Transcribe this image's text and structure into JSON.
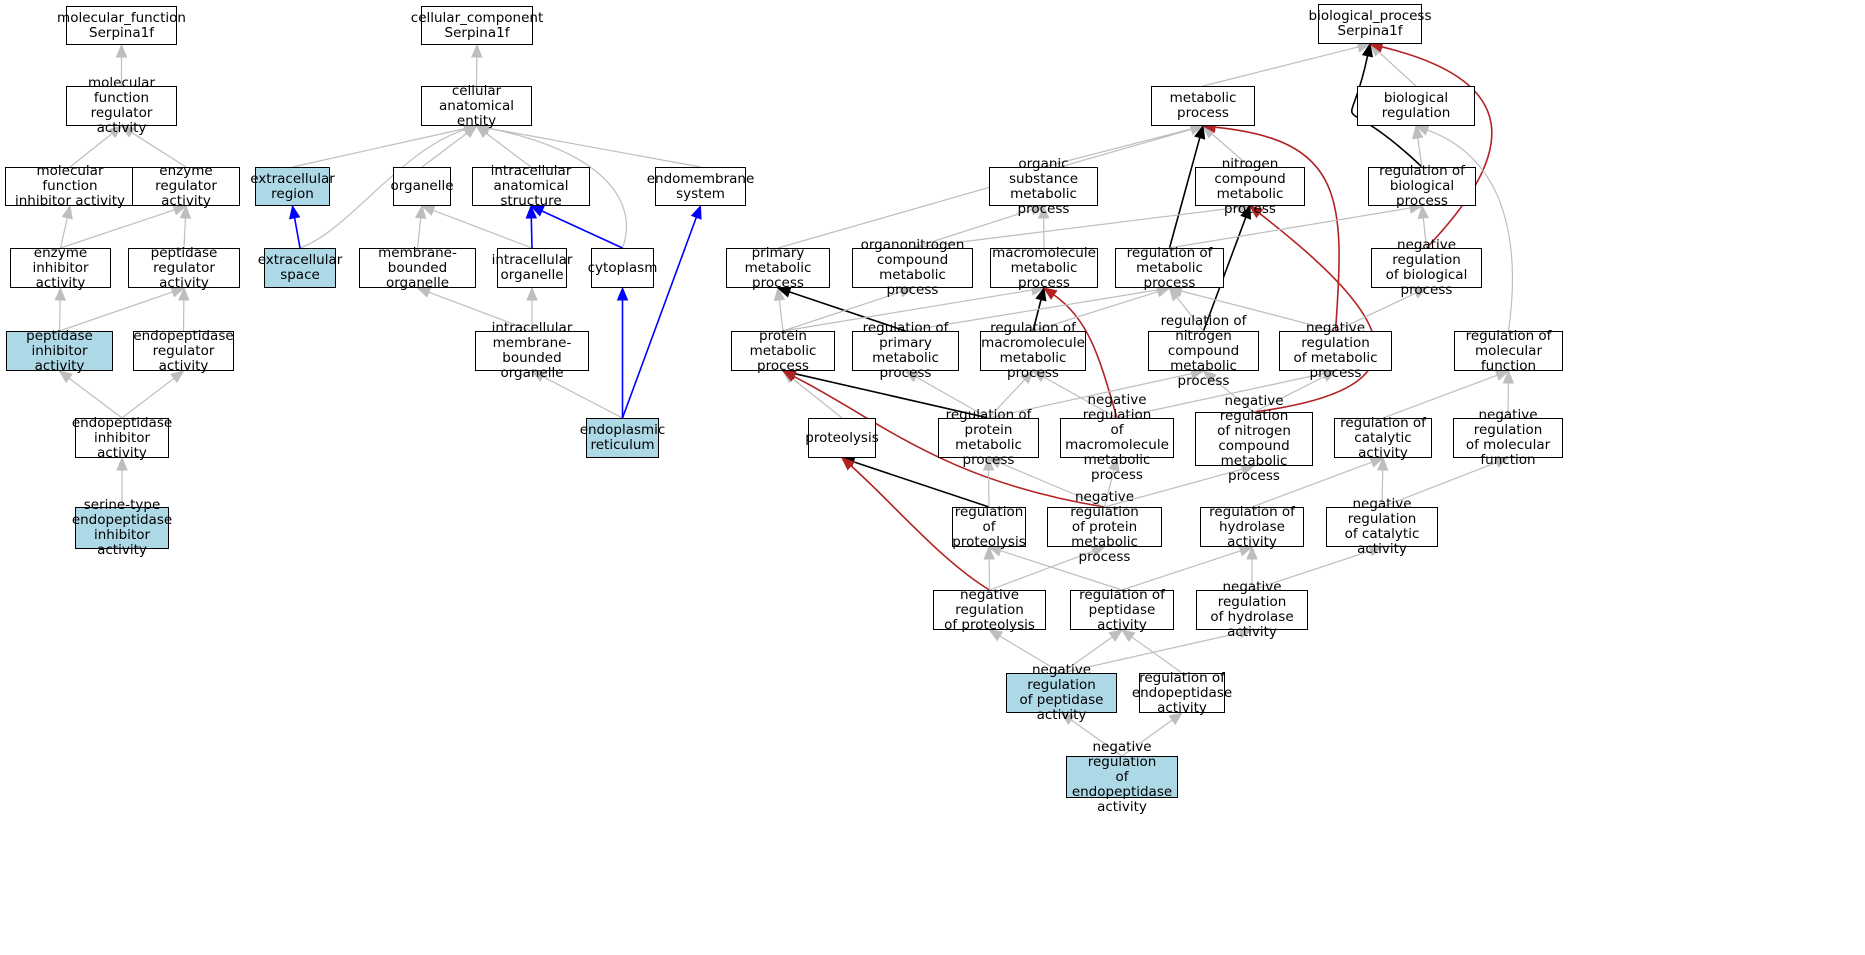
{
  "graph": {
    "colors": {
      "highlight_fill": "#add8e6",
      "gray_edge": "#bebebe",
      "black_edge": "#000000",
      "blue_edge": "#0000ff",
      "red_edge": "#b22222"
    },
    "nodes": [
      {
        "id": "mf_root",
        "label": "molecular_function\nSerpina1f",
        "highlight": false
      },
      {
        "id": "mf_regulator",
        "label": "molecular function\nregulator activity",
        "highlight": false
      },
      {
        "id": "mf_inhibitor",
        "label": "molecular function\ninhibitor activity",
        "highlight": false
      },
      {
        "id": "enzyme_regulator",
        "label": "enzyme regulator\nactivity",
        "highlight": false
      },
      {
        "id": "enzyme_inhibitor",
        "label": "enzyme inhibitor\nactivity",
        "highlight": false
      },
      {
        "id": "peptidase_regulator",
        "label": "peptidase regulator\nactivity",
        "highlight": false
      },
      {
        "id": "peptidase_inhibitor",
        "label": "peptidase inhibitor\nactivity",
        "highlight": true
      },
      {
        "id": "endopeptidase_regulator",
        "label": "endopeptidase\nregulator activity",
        "highlight": false
      },
      {
        "id": "endopeptidase_inhibitor",
        "label": "endopeptidase\ninhibitor activity",
        "highlight": false
      },
      {
        "id": "serine_endopeptidase_inhibitor",
        "label": "serine-type\nendopeptidase\ninhibitor activity",
        "highlight": true
      },
      {
        "id": "cc_root",
        "label": "cellular_component\nSerpina1f",
        "highlight": false
      },
      {
        "id": "cellular_anatomical_entity",
        "label": "cellular anatomical\nentity",
        "highlight": false
      },
      {
        "id": "extracellular_region",
        "label": "extracellular\nregion",
        "highlight": true
      },
      {
        "id": "extracellular_space",
        "label": "extracellular\nspace",
        "highlight": true
      },
      {
        "id": "organelle",
        "label": "organelle",
        "highlight": false
      },
      {
        "id": "intracellular_anatomical_structure",
        "label": "intracellular\nanatomical structure",
        "highlight": false
      },
      {
        "id": "endomembrane_system",
        "label": "endomembrane\nsystem",
        "highlight": false
      },
      {
        "id": "membrane_bounded_organelle",
        "label": "membrane-bounded\norganelle",
        "highlight": false
      },
      {
        "id": "intracellular_organelle",
        "label": "intracellular\norganelle",
        "highlight": false
      },
      {
        "id": "cytoplasm",
        "label": "cytoplasm",
        "highlight": false
      },
      {
        "id": "intracellular_mb_organelle",
        "label": "intracellular\nmembrane-bounded\norganelle",
        "highlight": false
      },
      {
        "id": "endoplasmic_reticulum",
        "label": "endoplasmic\nreticulum",
        "highlight": true
      },
      {
        "id": "bp_root",
        "label": "biological_process\nSerpina1f",
        "highlight": false
      },
      {
        "id": "metabolic_process",
        "label": "metabolic process",
        "highlight": false
      },
      {
        "id": "biological_regulation",
        "label": "biological regulation",
        "highlight": false
      },
      {
        "id": "organic_substance_mp",
        "label": "organic substance\nmetabolic process",
        "highlight": false
      },
      {
        "id": "nitrogen_compound_mp",
        "label": "nitrogen compound\nmetabolic process",
        "highlight": false
      },
      {
        "id": "reg_biological_process",
        "label": "regulation of\nbiological process",
        "highlight": false
      },
      {
        "id": "primary_mp",
        "label": "primary metabolic\nprocess",
        "highlight": false
      },
      {
        "id": "organonitrogen_mp",
        "label": "organonitrogen\ncompound metabolic\nprocess",
        "highlight": false
      },
      {
        "id": "macromolecule_mp",
        "label": "macromolecule\nmetabolic process",
        "highlight": false
      },
      {
        "id": "reg_metabolic_process",
        "label": "regulation of\nmetabolic process",
        "highlight": false
      },
      {
        "id": "neg_reg_biological_process",
        "label": "negative regulation\nof biological\nprocess",
        "highlight": false
      },
      {
        "id": "protein_mp",
        "label": "protein metabolic\nprocess",
        "highlight": false
      },
      {
        "id": "reg_primary_mp",
        "label": "regulation of\nprimary metabolic\nprocess",
        "highlight": false
      },
      {
        "id": "reg_macromolecule_mp",
        "label": "regulation of\nmacromolecule\nmetabolic process",
        "highlight": false
      },
      {
        "id": "reg_nitrogen_compound_mp",
        "label": "regulation of\nnitrogen compound\nmetabolic process",
        "highlight": false
      },
      {
        "id": "neg_reg_metabolic_process",
        "label": "negative regulation\nof metabolic\nprocess",
        "highlight": false
      },
      {
        "id": "reg_molecular_function",
        "label": "regulation of\nmolecular function",
        "highlight": false
      },
      {
        "id": "proteolysis",
        "label": "proteolysis",
        "highlight": false
      },
      {
        "id": "reg_protein_mp",
        "label": "regulation of\nprotein metabolic\nprocess",
        "highlight": false
      },
      {
        "id": "neg_reg_macromolecule_mp",
        "label": "negative regulation\nof macromolecule\nmetabolic process",
        "highlight": false
      },
      {
        "id": "neg_reg_nitrogen_compound_mp",
        "label": "negative regulation\nof nitrogen\ncompound metabolic\nprocess",
        "highlight": false
      },
      {
        "id": "reg_catalytic_activity",
        "label": "regulation of\ncatalytic activity",
        "highlight": false
      },
      {
        "id": "neg_reg_molecular_function",
        "label": "negative regulation\nof molecular\nfunction",
        "highlight": false
      },
      {
        "id": "reg_proteolysis",
        "label": "regulation of\nproteolysis",
        "highlight": false
      },
      {
        "id": "neg_reg_protein_mp",
        "label": "negative regulation\nof protein metabolic\nprocess",
        "highlight": false
      },
      {
        "id": "reg_hydrolase_activity",
        "label": "regulation of\nhydrolase activity",
        "highlight": false
      },
      {
        "id": "neg_reg_catalytic_activity",
        "label": "negative regulation\nof catalytic\nactivity",
        "highlight": false
      },
      {
        "id": "neg_reg_proteolysis",
        "label": "negative regulation\nof proteolysis",
        "highlight": false
      },
      {
        "id": "reg_peptidase_activity",
        "label": "regulation of\npeptidase activity",
        "highlight": false
      },
      {
        "id": "neg_reg_hydrolase_activity",
        "label": "negative regulation\nof hydrolase\nactivity",
        "highlight": false
      },
      {
        "id": "neg_reg_peptidase_activity",
        "label": "negative regulation\nof peptidase\nactivity",
        "highlight": true
      },
      {
        "id": "reg_endopeptidase_activity",
        "label": "regulation of\nendopeptidase\nactivity",
        "highlight": false
      },
      {
        "id": "neg_reg_endopeptidase_activity",
        "label": "negative regulation\nof endopeptidase\nactivity",
        "highlight": true
      }
    ],
    "edges": [
      {
        "from": "mf_regulator",
        "to": "mf_root",
        "color": "gray"
      },
      {
        "from": "mf_inhibitor",
        "to": "mf_regulator",
        "color": "gray"
      },
      {
        "from": "enzyme_regulator",
        "to": "mf_regulator",
        "color": "gray"
      },
      {
        "from": "enzyme_inhibitor",
        "to": "mf_inhibitor",
        "color": "gray"
      },
      {
        "from": "enzyme_inhibitor",
        "to": "enzyme_regulator",
        "color": "gray"
      },
      {
        "from": "peptidase_regulator",
        "to": "enzyme_regulator",
        "color": "gray"
      },
      {
        "from": "peptidase_inhibitor",
        "to": "enzyme_inhibitor",
        "color": "gray"
      },
      {
        "from": "peptidase_inhibitor",
        "to": "peptidase_regulator",
        "color": "gray"
      },
      {
        "from": "endopeptidase_regulator",
        "to": "peptidase_regulator",
        "color": "gray"
      },
      {
        "from": "endopeptidase_inhibitor",
        "to": "peptidase_inhibitor",
        "color": "gray"
      },
      {
        "from": "endopeptidase_inhibitor",
        "to": "endopeptidase_regulator",
        "color": "gray"
      },
      {
        "from": "serine_endopeptidase_inhibitor",
        "to": "endopeptidase_inhibitor",
        "color": "gray"
      },
      {
        "from": "cellular_anatomical_entity",
        "to": "cc_root",
        "color": "gray"
      },
      {
        "from": "extracellular_region",
        "to": "cellular_anatomical_entity",
        "color": "gray"
      },
      {
        "from": "extracellular_space",
        "to": "cellular_anatomical_entity",
        "color": "gray"
      },
      {
        "from": "extracellular_space",
        "to": "extracellular_region",
        "color": "blue"
      },
      {
        "from": "organelle",
        "to": "cellular_anatomical_entity",
        "color": "gray"
      },
      {
        "from": "intracellular_anatomical_structure",
        "to": "cellular_anatomical_entity",
        "color": "gray"
      },
      {
        "from": "endomembrane_system",
        "to": "cellular_anatomical_entity",
        "color": "gray"
      },
      {
        "from": "cytoplasm",
        "to": "cellular_anatomical_entity",
        "color": "gray"
      },
      {
        "from": "membrane_bounded_organelle",
        "to": "organelle",
        "color": "gray"
      },
      {
        "from": "intracellular_organelle",
        "to": "organelle",
        "color": "gray"
      },
      {
        "from": "intracellular_organelle",
        "to": "intracellular_anatomical_structure",
        "color": "blue"
      },
      {
        "from": "cytoplasm",
        "to": "intracellular_anatomical_structure",
        "color": "blue"
      },
      {
        "from": "intracellular_mb_organelle",
        "to": "membrane_bounded_organelle",
        "color": "gray"
      },
      {
        "from": "intracellular_mb_organelle",
        "to": "intracellular_organelle",
        "color": "gray"
      },
      {
        "from": "endoplasmic_reticulum",
        "to": "intracellular_mb_organelle",
        "color": "gray"
      },
      {
        "from": "endoplasmic_reticulum",
        "to": "cytoplasm",
        "color": "blue"
      },
      {
        "from": "endoplasmic_reticulum",
        "to": "endomembrane_system",
        "color": "blue"
      },
      {
        "from": "metabolic_process",
        "to": "bp_root",
        "color": "gray"
      },
      {
        "from": "biological_regulation",
        "to": "bp_root",
        "color": "gray"
      },
      {
        "from": "reg_biological_process",
        "to": "bp_root",
        "color": "black"
      },
      {
        "from": "neg_reg_biological_process",
        "to": "bp_root",
        "color": "red"
      },
      {
        "from": "organic_substance_mp",
        "to": "metabolic_process",
        "color": "gray"
      },
      {
        "from": "nitrogen_compound_mp",
        "to": "metabolic_process",
        "color": "gray"
      },
      {
        "from": "primary_mp",
        "to": "metabolic_process",
        "color": "gray"
      },
      {
        "from": "reg_metabolic_process",
        "to": "metabolic_process",
        "color": "black"
      },
      {
        "from": "neg_reg_metabolic_process",
        "to": "metabolic_process",
        "color": "red"
      },
      {
        "from": "reg_biological_process",
        "to": "biological_regulation",
        "color": "gray"
      },
      {
        "from": "reg_molecular_function",
        "to": "biological_regulation",
        "color": "gray"
      },
      {
        "from": "organonitrogen_mp",
        "to": "organic_substance_mp",
        "color": "gray"
      },
      {
        "from": "macromolecule_mp",
        "to": "organic_substance_mp",
        "color": "gray"
      },
      {
        "from": "organonitrogen_mp",
        "to": "nitrogen_compound_mp",
        "color": "gray"
      },
      {
        "from": "reg_nitrogen_compound_mp",
        "to": "nitrogen_compound_mp",
        "color": "black"
      },
      {
        "from": "neg_reg_nitrogen_compound_mp",
        "to": "nitrogen_compound_mp",
        "color": "red"
      },
      {
        "from": "reg_metabolic_process",
        "to": "reg_biological_process",
        "color": "gray"
      },
      {
        "from": "neg_reg_biological_process",
        "to": "reg_biological_process",
        "color": "gray"
      },
      {
        "from": "protein_mp",
        "to": "primary_mp",
        "color": "gray"
      },
      {
        "from": "reg_primary_mp",
        "to": "primary_mp",
        "color": "black"
      },
      {
        "from": "protein_mp",
        "to": "organonitrogen_mp",
        "color": "gray"
      },
      {
        "from": "protein_mp",
        "to": "macromolecule_mp",
        "color": "gray"
      },
      {
        "from": "reg_macromolecule_mp",
        "to": "macromolecule_mp",
        "color": "black"
      },
      {
        "from": "neg_reg_macromolecule_mp",
        "to": "macromolecule_mp",
        "color": "red"
      },
      {
        "from": "reg_primary_mp",
        "to": "reg_metabolic_process",
        "color": "gray"
      },
      {
        "from": "reg_macromolecule_mp",
        "to": "reg_metabolic_process",
        "color": "gray"
      },
      {
        "from": "reg_nitrogen_compound_mp",
        "to": "reg_metabolic_process",
        "color": "gray"
      },
      {
        "from": "neg_reg_metabolic_process",
        "to": "reg_metabolic_process",
        "color": "gray"
      },
      {
        "from": "neg_reg_metabolic_process",
        "to": "neg_reg_biological_process",
        "color": "gray"
      },
      {
        "from": "proteolysis",
        "to": "protein_mp",
        "color": "gray"
      },
      {
        "from": "reg_protein_mp",
        "to": "protein_mp",
        "color": "black"
      },
      {
        "from": "neg_reg_protein_mp",
        "to": "protein_mp",
        "color": "red"
      },
      {
        "from": "reg_protein_mp",
        "to": "reg_primary_mp",
        "color": "gray"
      },
      {
        "from": "reg_protein_mp",
        "to": "reg_macromolecule_mp",
        "color": "gray"
      },
      {
        "from": "reg_protein_mp",
        "to": "reg_nitrogen_compound_mp",
        "color": "gray"
      },
      {
        "from": "neg_reg_macromolecule_mp",
        "to": "reg_macromolecule_mp",
        "color": "gray"
      },
      {
        "from": "neg_reg_macromolecule_mp",
        "to": "neg_reg_metabolic_process",
        "color": "gray"
      },
      {
        "from": "neg_reg_nitrogen_compound_mp",
        "to": "reg_nitrogen_compound_mp",
        "color": "gray"
      },
      {
        "from": "neg_reg_nitrogen_compound_mp",
        "to": "neg_reg_metabolic_process",
        "color": "gray"
      },
      {
        "from": "reg_catalytic_activity",
        "to": "reg_molecular_function",
        "color": "gray"
      },
      {
        "from": "neg_reg_molecular_function",
        "to": "reg_molecular_function",
        "color": "gray"
      },
      {
        "from": "reg_proteolysis",
        "to": "proteolysis",
        "color": "black"
      },
      {
        "from": "neg_reg_proteolysis",
        "to": "proteolysis",
        "color": "red"
      },
      {
        "from": "reg_proteolysis",
        "to": "reg_protein_mp",
        "color": "gray"
      },
      {
        "from": "neg_reg_protein_mp",
        "to": "reg_protein_mp",
        "color": "gray"
      },
      {
        "from": "neg_reg_protein_mp",
        "to": "neg_reg_macromolecule_mp",
        "color": "gray"
      },
      {
        "from": "neg_reg_protein_mp",
        "to": "neg_reg_nitrogen_compound_mp",
        "color": "gray"
      },
      {
        "from": "reg_hydrolase_activity",
        "to": "reg_catalytic_activity",
        "color": "gray"
      },
      {
        "from": "neg_reg_catalytic_activity",
        "to": "reg_catalytic_activity",
        "color": "gray"
      },
      {
        "from": "neg_reg_catalytic_activity",
        "to": "neg_reg_molecular_function",
        "color": "gray"
      },
      {
        "from": "neg_reg_proteolysis",
        "to": "reg_proteolysis",
        "color": "gray"
      },
      {
        "from": "neg_reg_proteolysis",
        "to": "neg_reg_protein_mp",
        "color": "gray"
      },
      {
        "from": "reg_peptidase_activity",
        "to": "reg_proteolysis",
        "color": "gray"
      },
      {
        "from": "reg_peptidase_activity",
        "to": "reg_hydrolase_activity",
        "color": "gray"
      },
      {
        "from": "neg_reg_hydrolase_activity",
        "to": "reg_hydrolase_activity",
        "color": "gray"
      },
      {
        "from": "neg_reg_hydrolase_activity",
        "to": "neg_reg_catalytic_activity",
        "color": "gray"
      },
      {
        "from": "neg_reg_peptidase_activity",
        "to": "neg_reg_proteolysis",
        "color": "gray"
      },
      {
        "from": "neg_reg_peptidase_activity",
        "to": "reg_peptidase_activity",
        "color": "gray"
      },
      {
        "from": "neg_reg_peptidase_activity",
        "to": "neg_reg_hydrolase_activity",
        "color": "gray"
      },
      {
        "from": "reg_endopeptidase_activity",
        "to": "reg_peptidase_activity",
        "color": "gray"
      },
      {
        "from": "neg_reg_endopeptidase_activity",
        "to": "neg_reg_peptidase_activity",
        "color": "gray"
      },
      {
        "from": "neg_reg_endopeptidase_activity",
        "to": "reg_endopeptidase_activity",
        "color": "gray"
      }
    ]
  }
}
